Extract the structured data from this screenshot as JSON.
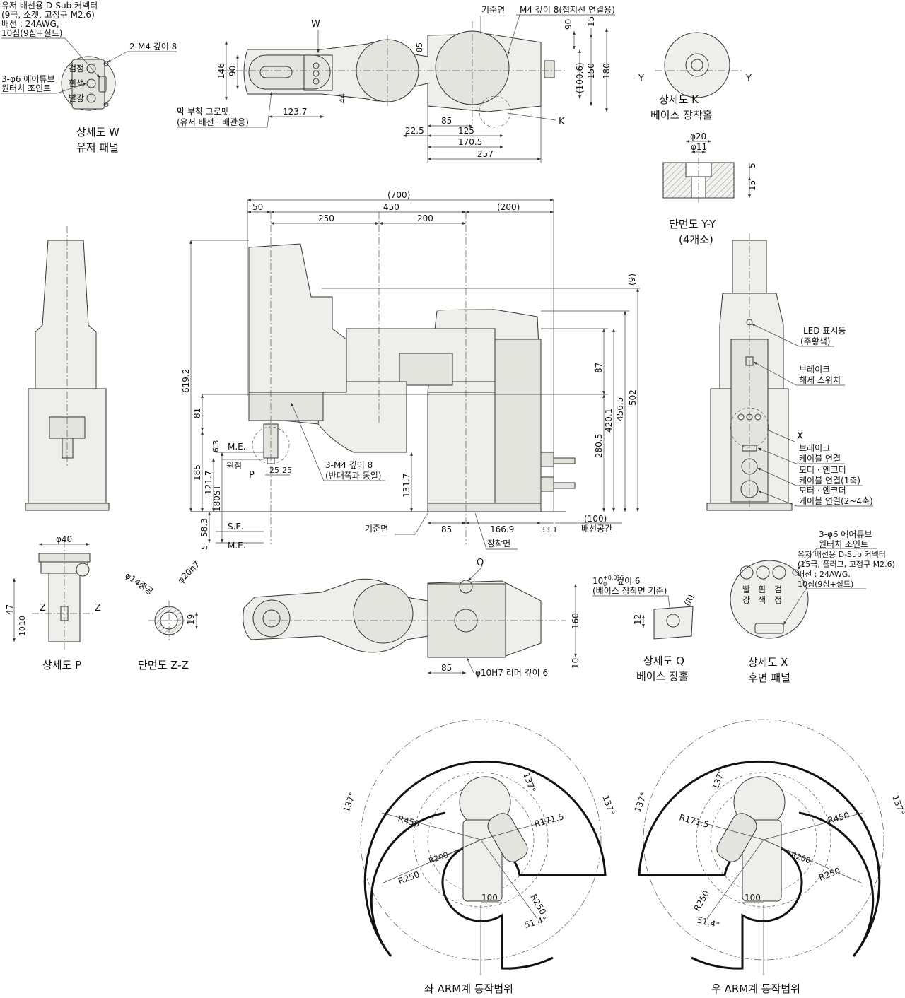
{
  "drawing": {
    "title_labels": {
      "detail_w": [
        "상세도 W",
        "유저 패널"
      ],
      "detail_k": [
        "상세도 K",
        "베이스 장착홀"
      ],
      "section_yy": [
        "단면도 Y-Y",
        "(4개소)"
      ],
      "detail_p": "상세도 P",
      "section_zz": "단면도 Z-Z",
      "detail_q": [
        "상세도 Q",
        "베이스 장홀"
      ],
      "detail_x": [
        "상세도 X",
        "후면 패널"
      ],
      "left_arm_range": "좌 ARM계 동작범위",
      "right_arm_range": "우 ARM계 동작범위"
    },
    "notes": {
      "user_wiring_dsub_9": [
        "유저 배선용 D-Sub 커넥터",
        "(9극, 소켓, 고정구 M2.6)",
        "배선 : 24AWG,",
        "10심(9심+실드)"
      ],
      "m4_depth_8_2": "2-M4 깊이 8",
      "air_tube_joint": [
        "3-φ6 에어튜브",
        "원터치 조인트"
      ],
      "tube_colors": [
        "검정",
        "흰색",
        "빨강"
      ],
      "grommet": [
        "막 부착 그로멧",
        "(유저 배선 · 배관용)"
      ],
      "datum_face": "기준면",
      "m4_depth_ground": "M4 깊이 8(접지선 연결용)",
      "m4_3_depth": [
        "3-M4 깊이 8",
        "(반대쪽과 동일)"
      ],
      "origin": "원점",
      "me": "M.E.",
      "se": "S.E.",
      "mount_face": "장착면",
      "cable_space": "배선공간",
      "led": [
        "LED 표시등",
        "(주황색)"
      ],
      "brake_release": [
        "브레이크",
        "해제 스위치"
      ],
      "brake_cable": [
        "브레이크",
        "케이블 연결"
      ],
      "motor_enc_1": [
        "모터 · 엔코더",
        "케이블 연결(1축)"
      ],
      "motor_enc_24": [
        "모터 · 엔코더",
        "케이블 연결(2~4축)"
      ],
      "air_tube_x": [
        "3-φ6 에어튜브",
        "원터치 조인트"
      ],
      "user_wiring_dsub_15": [
        "유저 배선용 D-Sub 커넥터",
        "(15극, 플러그, 고정구 M2.6)",
        "배선 : 24AWG,",
        "10심(9심+실드)"
      ],
      "x_tube_colors": [
        [
          "빨",
          "강"
        ],
        [
          "흰",
          "색"
        ],
        [
          "검",
          "정"
        ]
      ],
      "reamer": "φ10H7 리머 깊이 6",
      "q_hole": [
        "10",
        "+0.015",
        "0",
        " 깊이 6",
        "(베이스 장착면 기준)"
      ],
      "hollow": "φ14중공",
      "shaft": "φ20h7"
    },
    "letters": {
      "W": "W",
      "K": "K",
      "P": "P",
      "Q": "Q",
      "X": "X",
      "Y": "Y",
      "Z": "Z",
      "R": "(R)"
    },
    "dims": {
      "top_view": [
        "146",
        "90",
        "123.7",
        "44",
        "85",
        "22.5",
        "85",
        "125",
        "170.5",
        "257",
        "90",
        "15",
        "150",
        "180",
        "(100.6)"
      ],
      "front_view": [
        "(700)",
        "50",
        "450",
        "(200)",
        "250",
        "200",
        "(9)",
        "87",
        "420.1",
        "456.5",
        "502",
        "280.5",
        "619.2",
        "81",
        "185",
        "6.3",
        "121.7",
        "180ST",
        "58.3",
        "5",
        "131.7",
        "25",
        "25",
        "85",
        "166.9",
        "33.1",
        "(100)"
      ],
      "yy": [
        "φ20",
        "φ11",
        "5",
        "15"
      ],
      "p": [
        "φ40",
        "47",
        "10",
        "10"
      ],
      "zz": [
        "19"
      ],
      "bottom_view": [
        "160",
        "10",
        "85"
      ],
      "q": [
        "12"
      ],
      "left_range": [
        "137°",
        "137°",
        "137°",
        "R450",
        "R171.5",
        "R200",
        "R250",
        "R250",
        "100",
        "51.4°"
      ],
      "right_range": [
        "137°",
        "137°",
        "137°",
        "R450",
        "R171.5",
        "R200",
        "R250",
        "R250",
        "100",
        "51.4°"
      ]
    }
  }
}
